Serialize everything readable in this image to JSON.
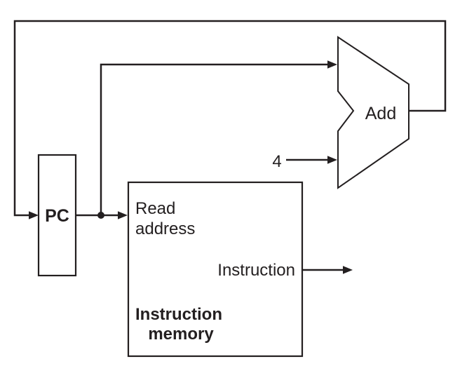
{
  "diagram": {
    "kind": "instruction-fetch-datapath",
    "colors": {
      "line": "#231f20",
      "background": "#ffffff"
    },
    "components": {
      "pc": {
        "label": "PC"
      },
      "instruction_memory": {
        "read_address_line1": "Read",
        "read_address_line2": "address",
        "output_port": "Instruction",
        "name_line1": "Instruction",
        "name_line2": "memory"
      },
      "adder": {
        "label": "Add"
      },
      "constant_four": {
        "label": "4"
      }
    }
  }
}
